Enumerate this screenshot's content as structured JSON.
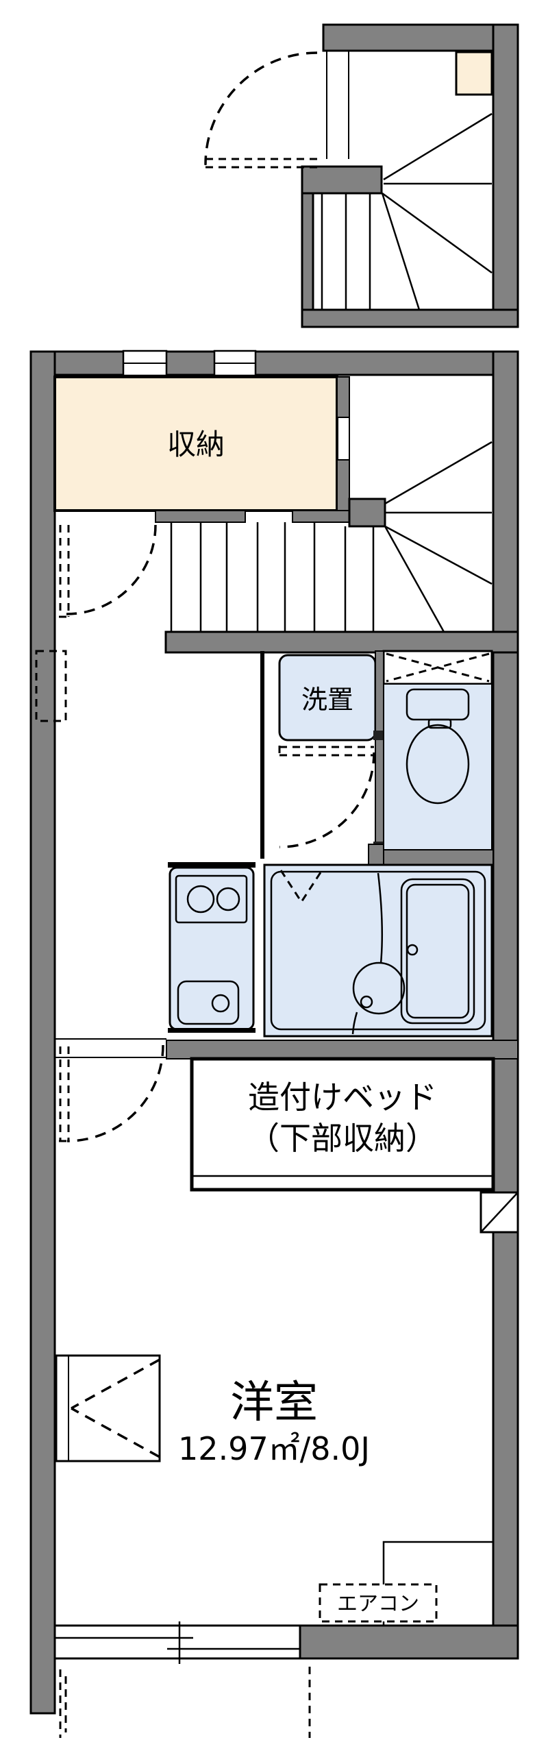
{
  "document": {
    "type": "apartment-floor-plan"
  },
  "colors": {
    "wall": "#828282",
    "outline": "#000000",
    "storage_fill": "#fcefd9",
    "wet_area_fill": "#dde8f6",
    "background": "#ffffff"
  },
  "rooms": {
    "storage": {
      "label": "収納"
    },
    "laundry": {
      "label": "洗置"
    },
    "built_in_bed": {
      "label_line1": "造付けベッド",
      "label_line2": "（下部収納）"
    },
    "western_room": {
      "label": "洋室",
      "size": "12.97㎡/8.0J"
    },
    "air_conditioner": {
      "label": "エアコン"
    }
  }
}
